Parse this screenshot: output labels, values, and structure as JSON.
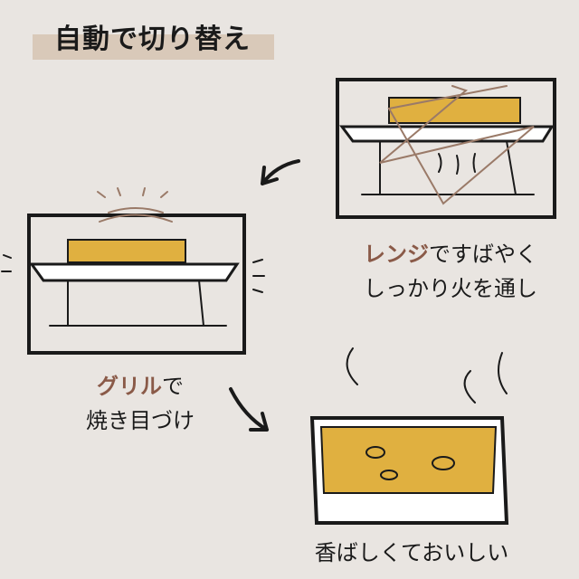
{
  "title": "自動で切り替え",
  "steps": [
    {
      "highlight": "レンジ",
      "line1_rest": "ですばやく",
      "line2": "しっかり火を通し"
    },
    {
      "highlight": "グリル",
      "line1_rest": "で",
      "line2": "焼き目づけ"
    },
    {
      "line1": "香ばしくておいしい"
    }
  ],
  "colors": {
    "background": "#e9e5e1",
    "title_bar": "#d9c9b9",
    "highlight": "#8a5a48",
    "food": "#e0b040"
  }
}
